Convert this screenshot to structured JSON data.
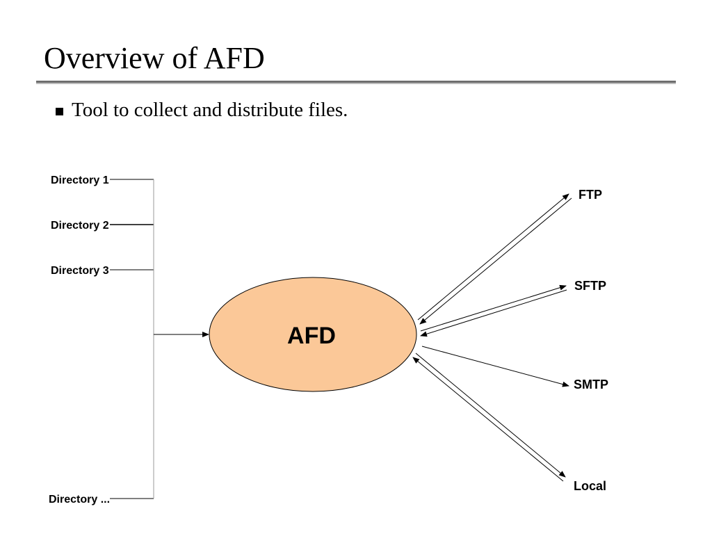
{
  "slide": {
    "title": "Overview of AFD",
    "bullets": [
      "Tool to collect and distribute files."
    ]
  },
  "diagram": {
    "center": {
      "label": "AFD",
      "fill": "#fbc898"
    },
    "inputs": [
      "Directory 1",
      "Directory 2",
      "Directory 3",
      "Directory ..."
    ],
    "outputs": [
      "FTP",
      "SFTP",
      "SMTP",
      "Local"
    ]
  }
}
